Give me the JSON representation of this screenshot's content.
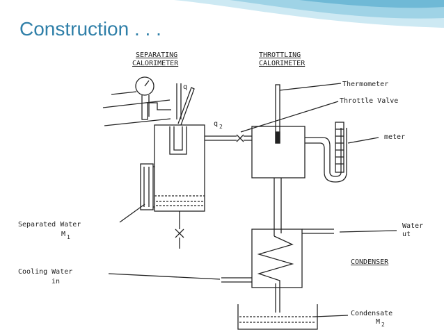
{
  "slide": {
    "title": "Construction . . .",
    "colors": {
      "title": "#2f7fa8",
      "banner_light": "#cde9f3",
      "banner_mid": "#7cc3dd",
      "line": "#222222"
    }
  },
  "diagram": {
    "separating_title": [
      "SEPARATING",
      "CALORIMETER"
    ],
    "throttling_title": [
      "THROTTLING",
      "CALORIMETER"
    ],
    "gauge_label": "q",
    "pipe_label": "q",
    "pipe_sub": "2",
    "labels": {
      "thermometer": "Thermometer",
      "throttle_valve": "Throttle Valve",
      "meter": "meter",
      "separated_water": "Separated Water",
      "m1": "M",
      "m1_sub": "1",
      "water_out_1": "Water",
      "water_out_2": "ut",
      "condenser": "CONDENSER",
      "cooling_water_1": "Cooling Water",
      "cooling_water_2": "in",
      "condensate": "Condensate",
      "m2": "M",
      "m2_sub": "2"
    }
  }
}
